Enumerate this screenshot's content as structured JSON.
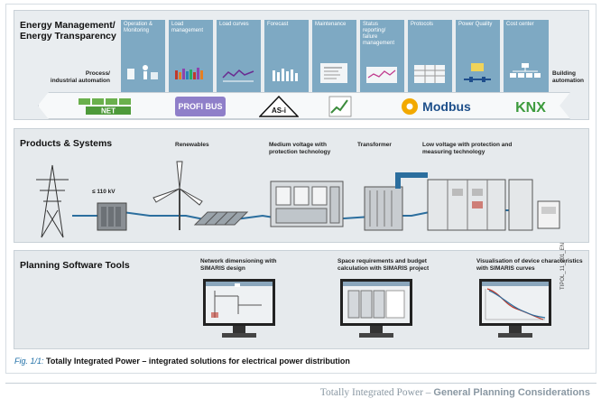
{
  "energy": {
    "title_line1": "Energy Management/",
    "title_line2": "Energy Transparency",
    "left_label_line1": "Process/",
    "left_label_line2": "industrial automation",
    "right_label_line1": "Building",
    "right_label_line2": "automation",
    "tabs": [
      {
        "label": "Operation & Monitoring",
        "icon": "operator-icon"
      },
      {
        "label": "Load management",
        "icon": "bars-icon"
      },
      {
        "label": "Load curves",
        "icon": "curve-icon"
      },
      {
        "label": "Forecast",
        "icon": "bar-forecast-icon"
      },
      {
        "label": "Maintenance",
        "icon": "maintenance-doc-icon"
      },
      {
        "label": "Status reporting/ failure management",
        "icon": "status-curve-icon"
      },
      {
        "label": "Protocols",
        "icon": "table-icon"
      },
      {
        "label": "Power Quality",
        "icon": "power-quality-icon"
      },
      {
        "label": "Cost center",
        "icon": "tree-icon"
      }
    ],
    "logos": [
      "NET",
      "PROFI BUS",
      "AS-i",
      "Modbus",
      "KNX"
    ]
  },
  "products": {
    "title": "Products & Systems",
    "renewables": "Renewables",
    "medium_voltage": "Medium voltage with protection technology",
    "transformer": "Transformer",
    "low_voltage": "Low voltage with protection and measuring technology",
    "voltage_label": "≤ 110 kV"
  },
  "planning": {
    "title": "Planning Software Tools",
    "tools": [
      "Network dimensioning with SIMARIS design",
      "Space requirements and budget calculation with SIMARIS project",
      "Visualisation of device characteristics with SIMARIS curves"
    ],
    "code": "TIPOL_11_001_EN"
  },
  "caption": {
    "fig": "Fig. 1/1:",
    "text": "Totally Integrated Power – integrated solutions for electrical power distribution"
  },
  "footer": {
    "normal": "Totally Integrated Power – ",
    "bold": "General Planning Considerations"
  },
  "colors": {
    "tab": "#7ea9c3",
    "panel": "#e6eaed",
    "accent_blue": "#1f6fa7",
    "footer_grey": "#8a98a3"
  }
}
